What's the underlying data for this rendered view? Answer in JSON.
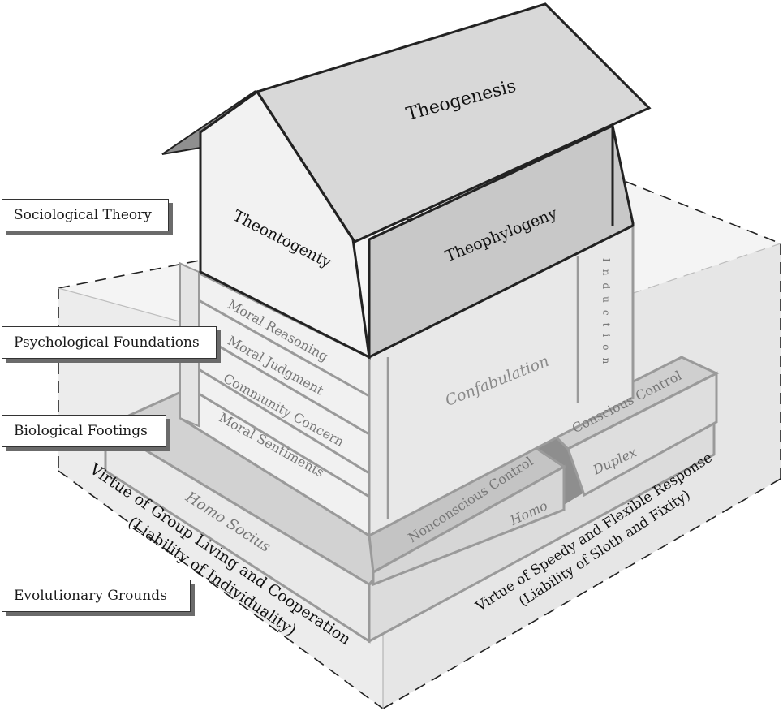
{
  "labels": {
    "sociological": "Sociological Theory",
    "psychological": "Psychological Foundations",
    "biological": "Biological Footings",
    "evolutionary": "Evolutionary Grounds"
  },
  "house": {
    "roof": "Theogenesis",
    "left_wall": "Theontogenty",
    "right_wall": "Theophylogeny"
  },
  "psych": {
    "layers": [
      "Moral Reasoning",
      "Moral Judgment",
      "Community Concern",
      "Moral Sentiments"
    ],
    "front": "Confabulation",
    "right_strip": "Induction"
  },
  "bio": {
    "left_top": "Homo Socius",
    "nonconscious": "Nonconscious Control",
    "homo": "Homo",
    "conscious": "Conscious Control",
    "duplex": "Duplex"
  },
  "evo": {
    "left_line1": "Virtue of Group Living and Cooperation",
    "left_line2": "(Liability of Individuality)",
    "right_line1": "Virtue of Speedy and Flexible Response",
    "right_line2": "(Liability of Sloth and Fixity)"
  },
  "colors": {
    "outline": "#222222",
    "light_gray": "#e6e6e6",
    "mid_gray": "#cfcfcf",
    "dark_gray": "#9a9a9a",
    "faint_line": "#b0b0b0"
  }
}
